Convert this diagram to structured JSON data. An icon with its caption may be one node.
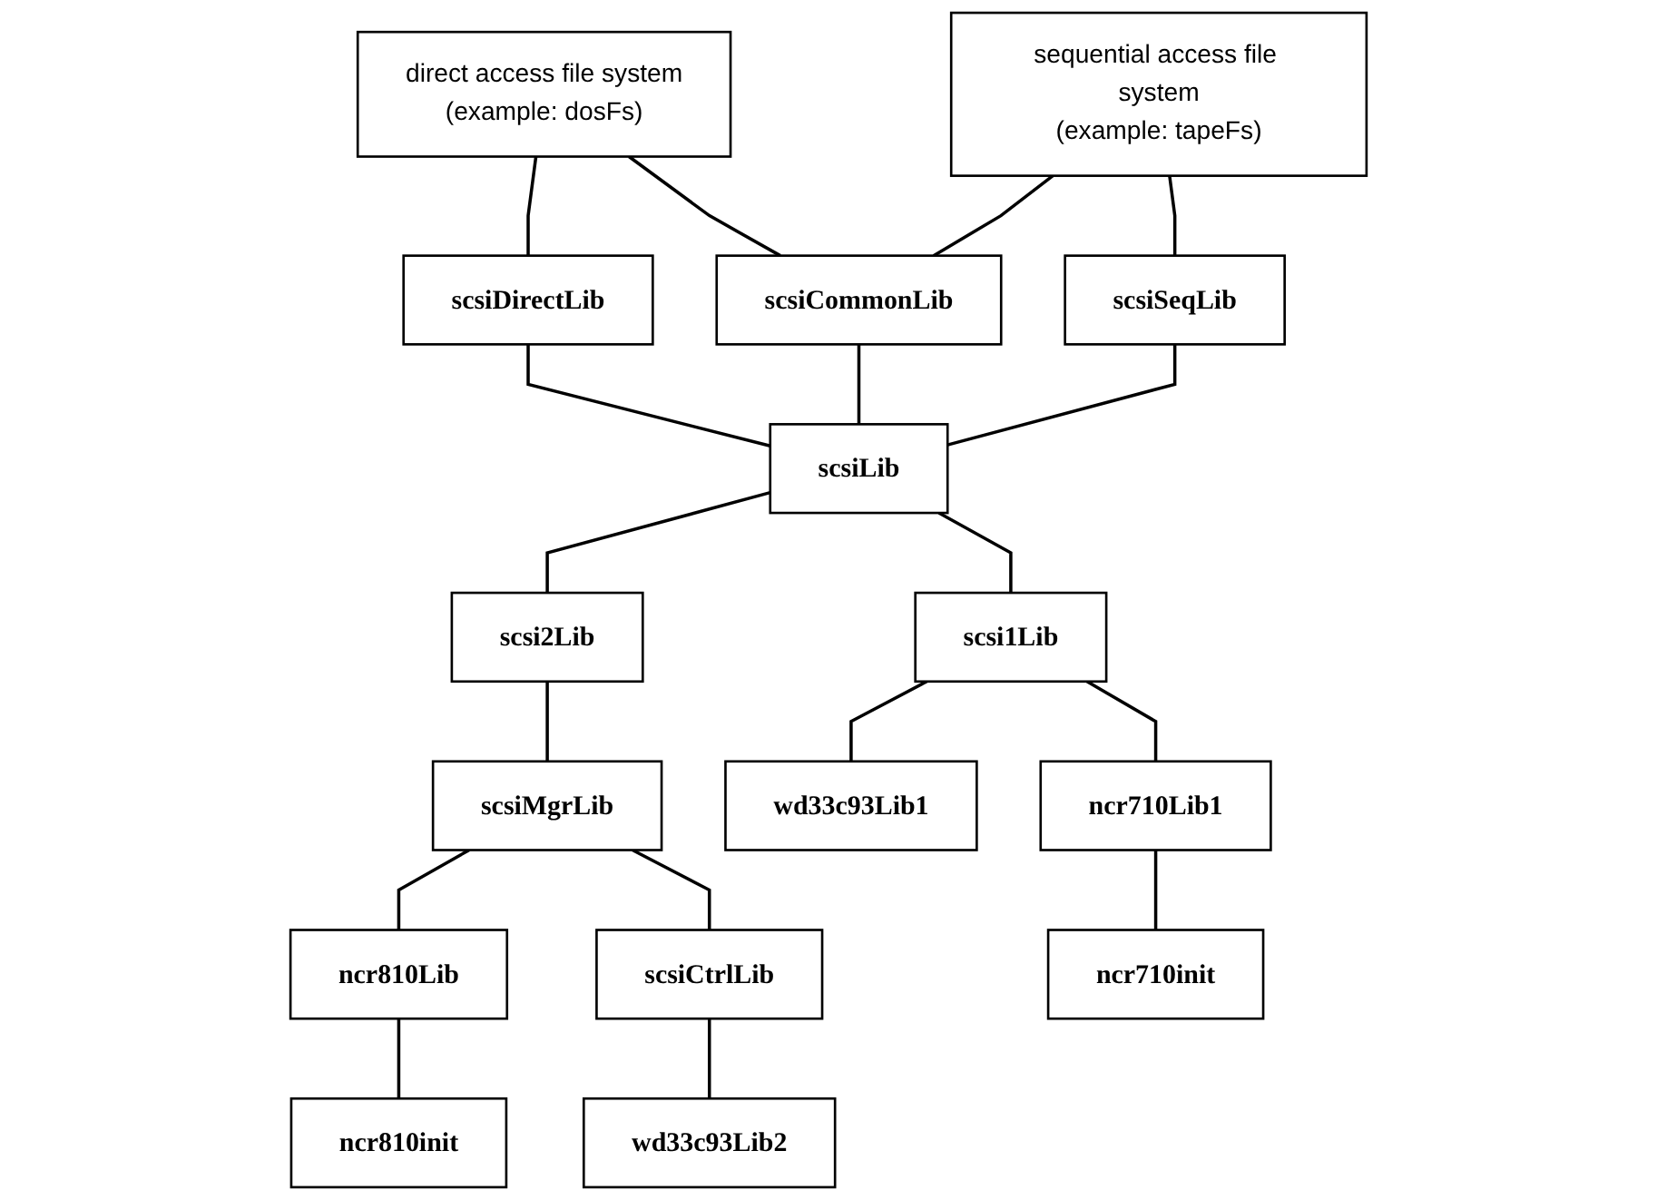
{
  "diagram": {
    "nodes": [
      {
        "text": [
          "direct access file system",
          "(example: dosFs)"
        ]
      },
      {
        "text": [
          "sequential access file system",
          "(example: tapeFs)"
        ]
      },
      {
        "text": [
          "scsiDirectLib"
        ]
      },
      {
        "text": [
          "scsiCommonLib"
        ]
      },
      {
        "text": [
          "scsiSeqLib"
        ]
      },
      {
        "text": [
          "scsiLib"
        ]
      },
      {
        "text": [
          "scsi1Lib"
        ]
      },
      {
        "text": [
          "scsi2Lib"
        ]
      },
      {
        "text": [
          "scsiMgrLib"
        ]
      },
      {
        "text": [
          "wd33c93Lib1"
        ]
      },
      {
        "text": [
          "ncr710Lib1"
        ]
      },
      {
        "text": [
          "ncr810Lib"
        ]
      },
      {
        "text": [
          "scsiCtrlLib"
        ]
      },
      {
        "text": [
          "ncr710init"
        ]
      },
      {
        "text": [
          "ncr810init"
        ]
      },
      {
        "text": [
          "wd33c93Lib2"
        ]
      }
    ],
    "edges": [
      {
        "from": 0,
        "to": 2,
        "arrow": "none"
      },
      {
        "from": 0,
        "to": 3,
        "arrow": "none"
      },
      {
        "from": 1,
        "to": 3,
        "arrow": "none"
      },
      {
        "from": 1,
        "to": 4,
        "arrow": "none"
      },
      {
        "from": 2,
        "to": 5,
        "arrow": "none"
      },
      {
        "from": 3,
        "to": 5,
        "arrow": "none"
      },
      {
        "from": 4,
        "to": 5,
        "arrow": "none"
      },
      {
        "from": 5,
        "to": 6,
        "arrow": "none"
      },
      {
        "from": 5,
        "to": 7,
        "arrow": "none"
      },
      {
        "from": 7,
        "to": 8,
        "arrow": "none"
      },
      {
        "from": 6,
        "to": 9,
        "arrow": "none"
      },
      {
        "from": 6,
        "to": 10,
        "arrow": "none"
      },
      {
        "from": 8,
        "to": 11,
        "arrow": "none"
      },
      {
        "from": 8,
        "to": 12,
        "arrow": "none"
      },
      {
        "from": 10,
        "to": 13,
        "arrow": "none"
      },
      {
        "from": 11,
        "to": 14,
        "arrow": "none"
      },
      {
        "from": 12,
        "to": 15,
        "arrow": "none"
      }
    ]
  }
}
